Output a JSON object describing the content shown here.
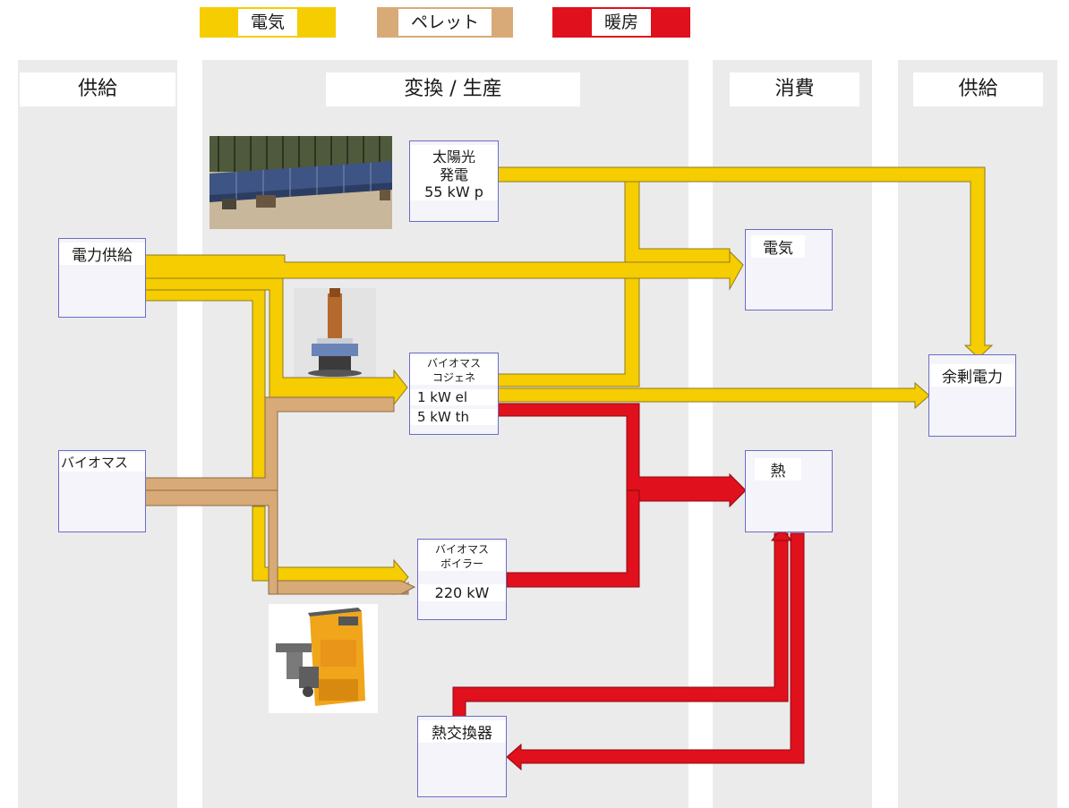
{
  "legend": {
    "electricity": {
      "label": "電気",
      "color": "#f5cd00"
    },
    "pellet": {
      "label": "ペレット",
      "color": "#d7aa78"
    },
    "heating": {
      "label": "暖房",
      "color": "#e0101c"
    }
  },
  "columns": {
    "supply_left": "供給",
    "conversion": "変換 / 生産",
    "consumption": "消費",
    "supply_right": "供給"
  },
  "nodes": {
    "grid": {
      "label": "電力供給"
    },
    "biomass": {
      "label": "バイオマス"
    },
    "pv": {
      "line1": "太陽光",
      "line2": "発電",
      "line3": "55 kW p"
    },
    "chp": {
      "line1": "バイオマス",
      "line2": "コジェネ",
      "line3": "1 kW el",
      "line4": "5 kW th"
    },
    "boiler": {
      "line1": "バイオマス",
      "line2": "ボイラー",
      "line3": "220 kW"
    },
    "hex": {
      "label": "熱交換器"
    },
    "elec_use": {
      "label": "電気"
    },
    "heat_use": {
      "label": "熱"
    },
    "surplus": {
      "label": "余剰電力"
    }
  },
  "photos": {
    "pv_photo": "solar-panel-field",
    "chp_photo": "biomass-chp-unit",
    "boiler_photo": "pellet-boiler"
  }
}
